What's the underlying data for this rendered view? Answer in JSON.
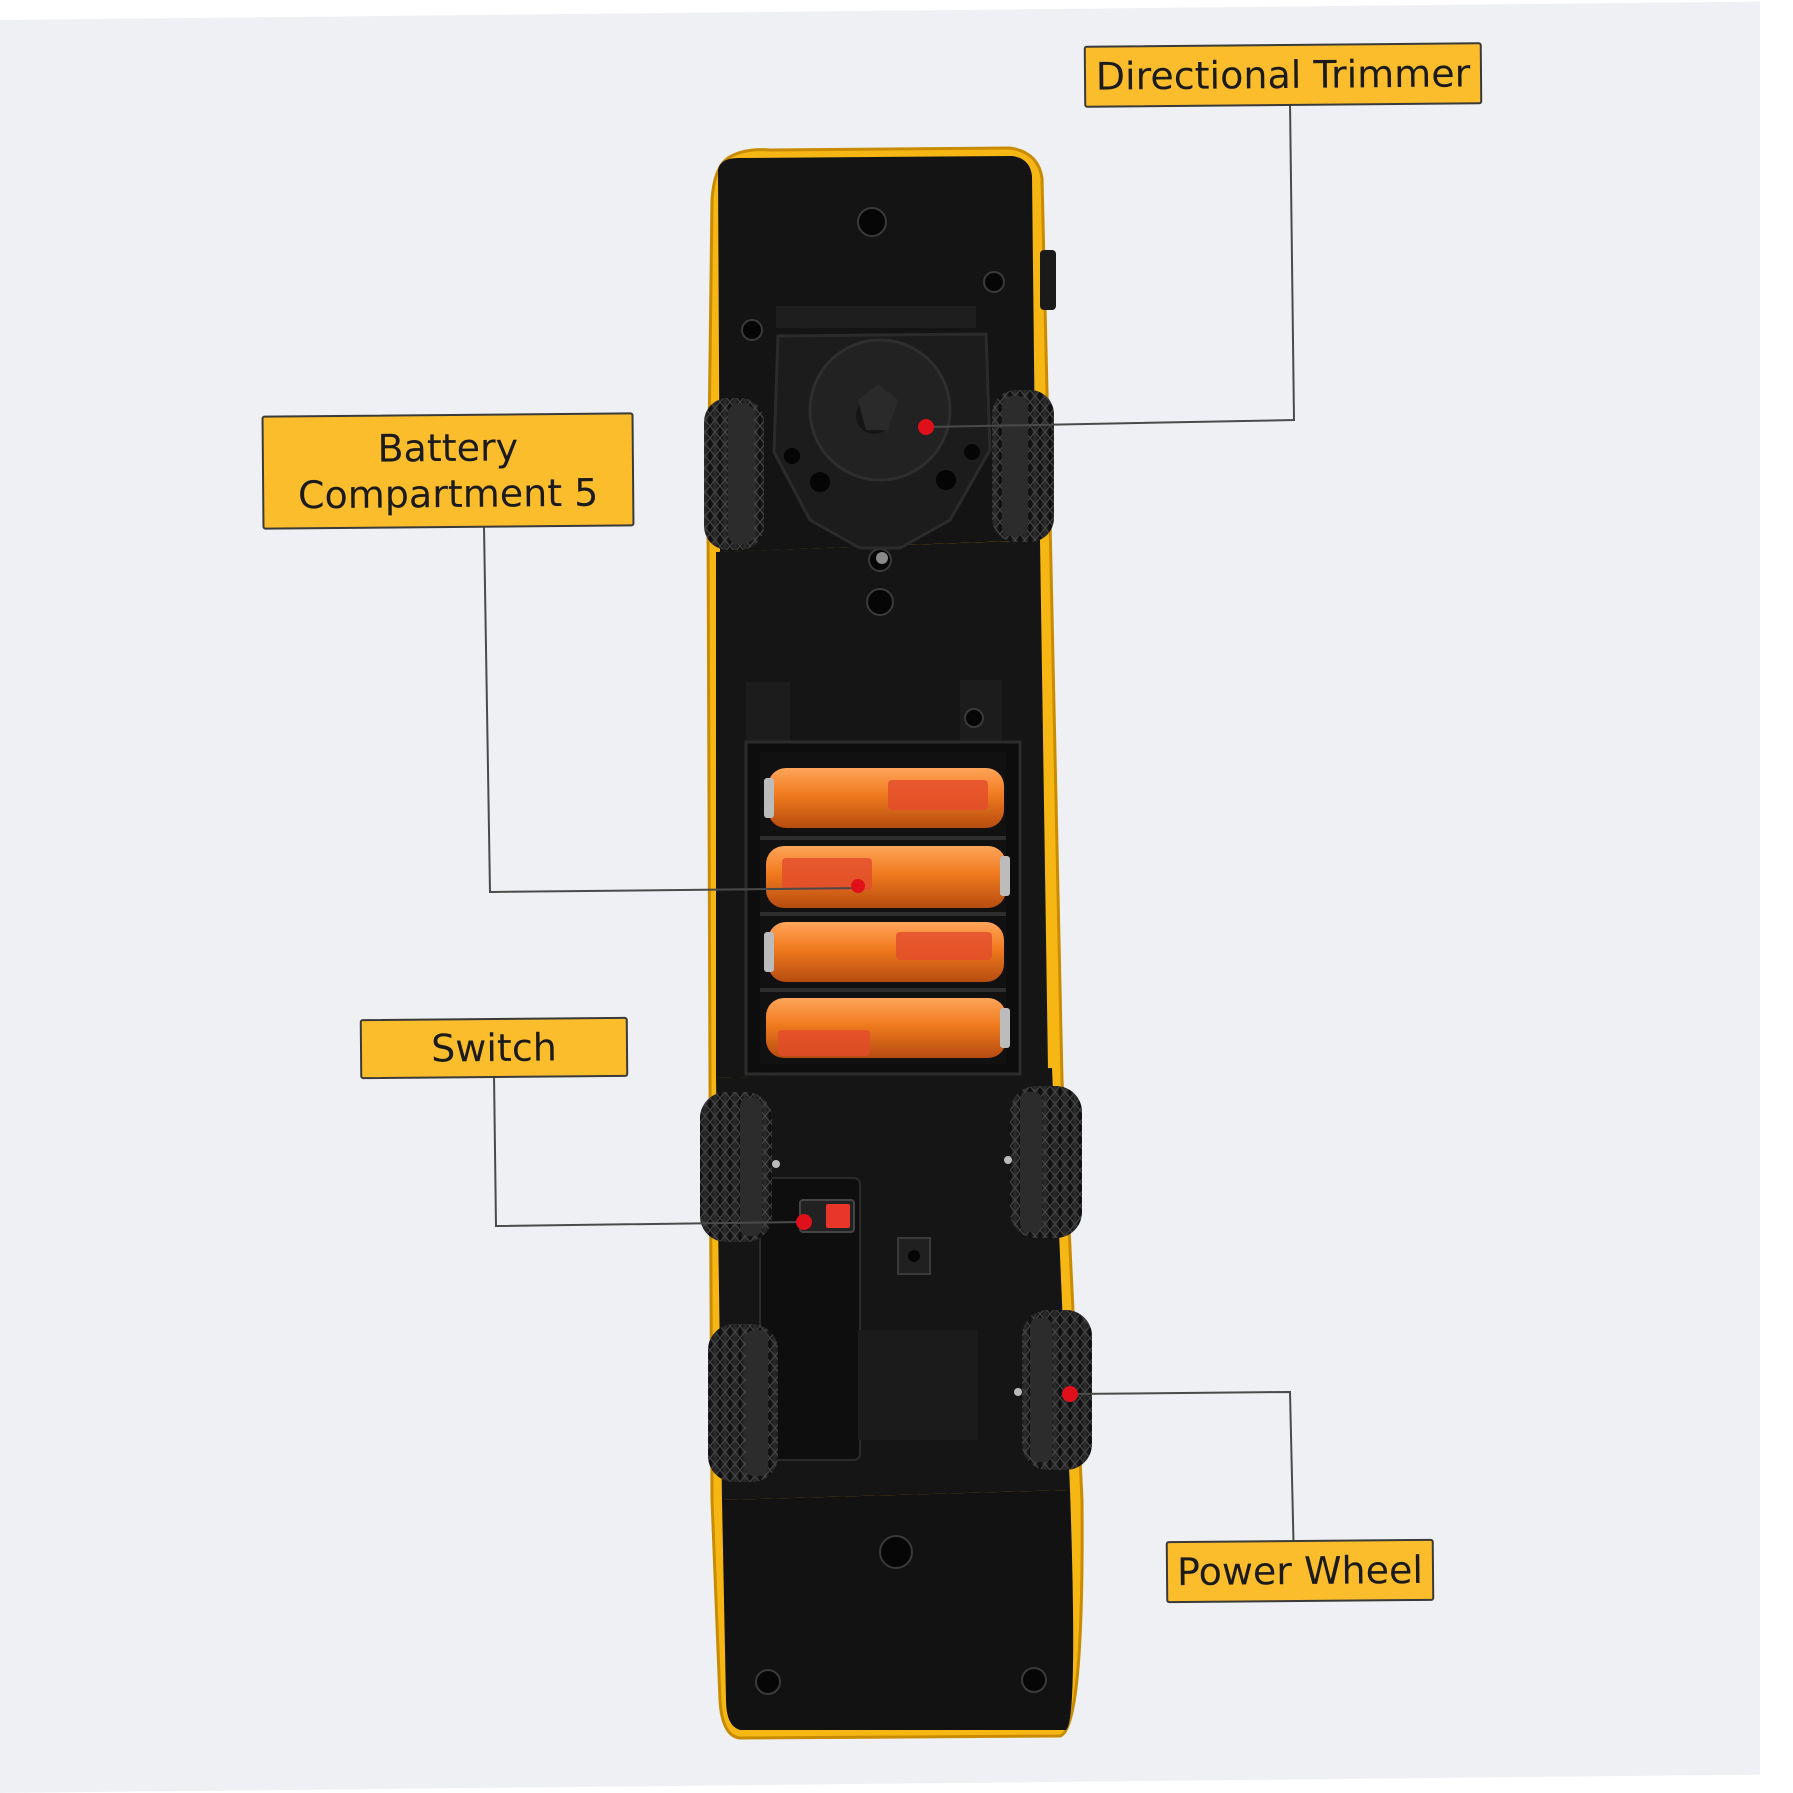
{
  "labels": {
    "directional_trimmer": "Directional Trimmer",
    "battery_line1": "Battery",
    "battery_line2": "Compartment 5",
    "switch": "Switch",
    "power_wheel": "Power Wheel"
  },
  "icons": [
    "battery-icon",
    "wheel-icon",
    "switch-icon",
    "screw-icon"
  ],
  "colors": {
    "label_fill": "#fbbd2c",
    "body_yellow": "#f6b614",
    "chassis": "#141414",
    "battery_orange": "#f07a1e",
    "marker_red": "#e0101a",
    "leader_line": "#4a4a4a",
    "background": "#eef0f3"
  }
}
